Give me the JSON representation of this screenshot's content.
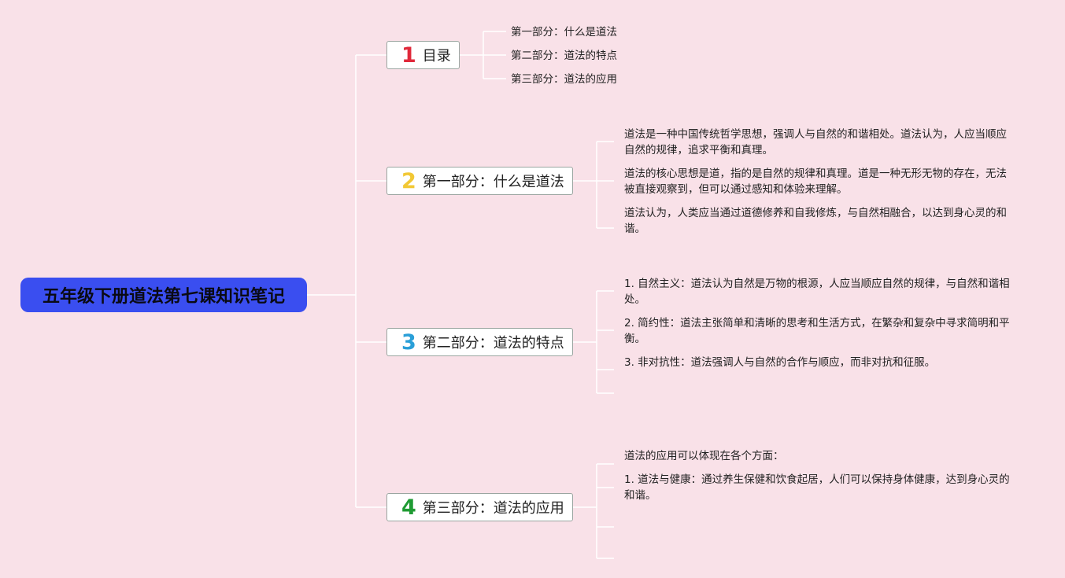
{
  "root": {
    "title": "五年级下册道法第七课知识笔记"
  },
  "colors": {
    "background": "#f9e1e8",
    "root_fill": "#3a4ef0",
    "num1": "#e0283a",
    "num2": "#f2c835",
    "num3": "#2a9fd8",
    "num4": "#1f9b33"
  },
  "branches": [
    {
      "num": "1",
      "label": "目录",
      "items": [
        "第一部分：什么是道法",
        "第二部分：道法的特点",
        "第三部分：道法的应用"
      ]
    },
    {
      "num": "2",
      "label": "第一部分：什么是道法",
      "items": [
        "道法是一种中国传统哲学思想，强调人与自然的和谐相处。道法认为，人应当顺应自然的规律，追求平衡和真理。",
        "道法的核心思想是道，指的是自然的规律和真理。道是一种无形无物的存在，无法被直接观察到，但可以通过感知和体验来理解。",
        "道法认为，人类应当通过道德修养和自我修炼，与自然相融合，以达到身心灵的和谐。"
      ]
    },
    {
      "num": "3",
      "label": "第二部分：道法的特点",
      "items": [
        "1. 自然主义：道法认为自然是万物的根源，人应当顺应自然的规律，与自然和谐相处。",
        "2. 简约性：道法主张简单和清晰的思考和生活方式，在繁杂和复杂中寻求简明和平衡。",
        "3. 非对抗性：道法强调人与自然的合作与顺应，而非对抗和征服。"
      ]
    },
    {
      "num": "4",
      "label": "第三部分：道法的应用",
      "items": [
        "道法的应用可以体现在各个方面：",
        "1. 道法与健康：通过养生保健和饮食起居，人们可以保持身体健康，达到身心灵的和谐。"
      ]
    }
  ]
}
